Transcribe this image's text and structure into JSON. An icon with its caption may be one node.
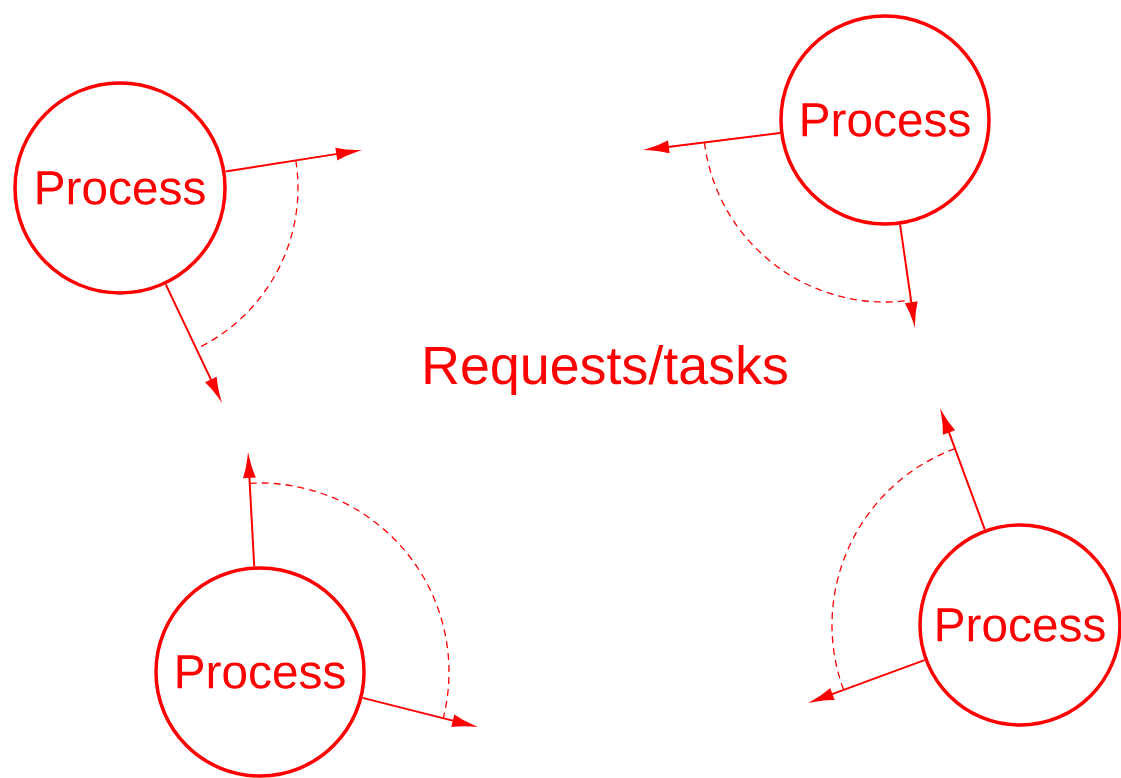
{
  "diagram": {
    "nodes": [
      {
        "text": [
          "Process"
        ]
      },
      {
        "text": [
          "Process"
        ]
      },
      {
        "text": [
          "Process"
        ]
      },
      {
        "text": [
          "Process"
        ]
      }
    ],
    "edges": [
      {
        "from": 0,
        "to": null,
        "arrow": "to"
      },
      {
        "from": 0,
        "to": null,
        "arrow": "to"
      },
      {
        "from": 1,
        "to": null,
        "arrow": "to"
      },
      {
        "from": 1,
        "to": null,
        "arrow": "to"
      },
      {
        "from": 2,
        "to": null,
        "arrow": "to"
      },
      {
        "from": 2,
        "to": null,
        "arrow": "to"
      },
      {
        "from": 3,
        "to": null,
        "arrow": "to"
      },
      {
        "from": 3,
        "to": null,
        "arrow": "to"
      }
    ],
    "labels": [
      "Requests/tasks"
    ]
  }
}
